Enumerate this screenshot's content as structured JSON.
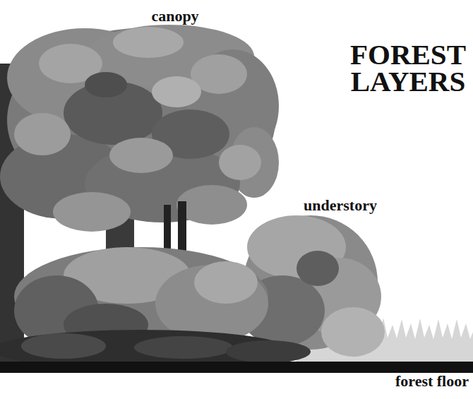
{
  "diagram": {
    "title": "FOREST LAYERS",
    "labels": [
      "canopy",
      "understory",
      "forest floor"
    ]
  }
}
